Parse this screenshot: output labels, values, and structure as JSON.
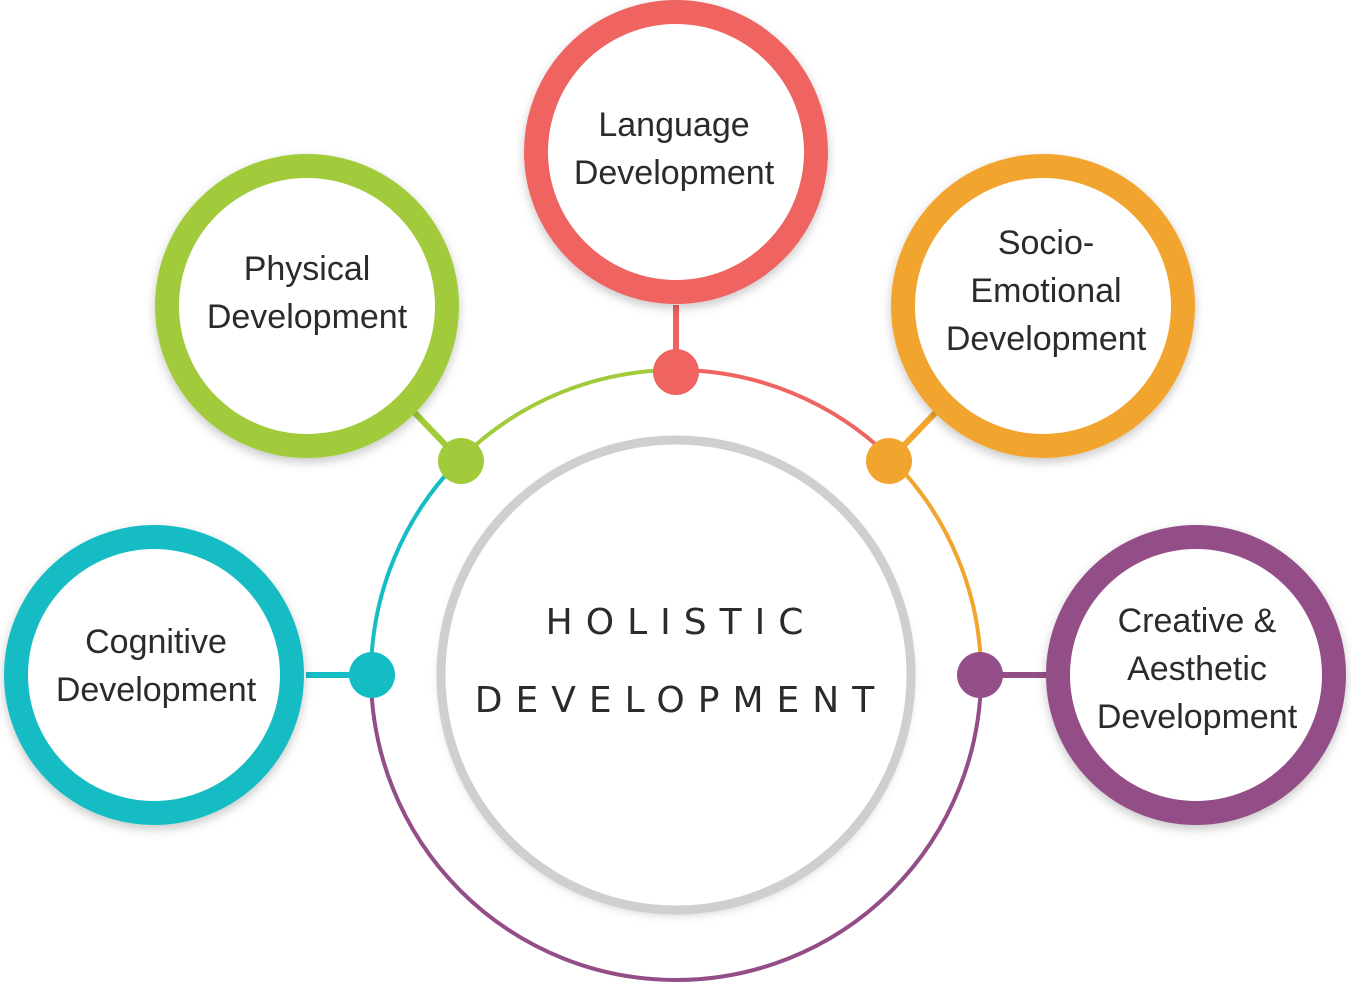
{
  "center": {
    "lines": [
      "HOLISTIC",
      "DEVELOPMENT"
    ]
  },
  "nodes": [
    {
      "id": "cognitive",
      "lines": [
        "Cognitive",
        "Development"
      ],
      "color": "#14bcc4"
    },
    {
      "id": "physical",
      "lines": [
        "Physical",
        "Development"
      ],
      "color": "#a2cb3b"
    },
    {
      "id": "language",
      "lines": [
        "Language",
        "Development"
      ],
      "color": "#ef6461"
    },
    {
      "id": "socio-emotional",
      "lines": [
        "Socio-",
        "Emotional",
        "Development"
      ],
      "color": "#f2a52e"
    },
    {
      "id": "creative-aesthetic",
      "lines": [
        "Creative &",
        "Aesthetic",
        "Development"
      ],
      "color": "#934d87"
    }
  ],
  "ring_color": "#cfcfcf"
}
